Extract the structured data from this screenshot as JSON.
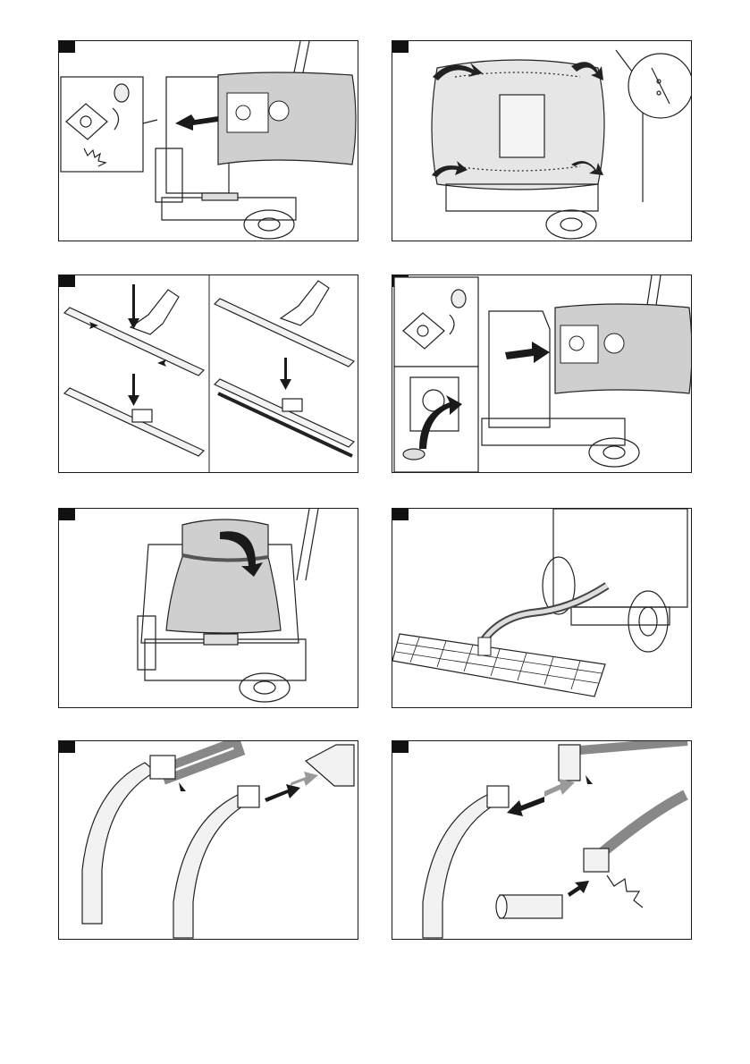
{
  "page": {
    "panels": [
      {
        "id": "p1",
        "subject": "vacuum-filter-bag-removal"
      },
      {
        "id": "p2",
        "subject": "vacuum-cover-attach"
      },
      {
        "id": "p3",
        "subject": "floor-nozzle-strip-change"
      },
      {
        "id": "p4",
        "subject": "vacuum-filter-bag-insert"
      },
      {
        "id": "p5",
        "subject": "vacuum-bag-fold"
      },
      {
        "id": "p6",
        "subject": "vacuum-grid-floor"
      },
      {
        "id": "p7",
        "subject": "hose-handle-detach"
      },
      {
        "id": "p8",
        "subject": "hose-adapter-attach"
      }
    ]
  },
  "colors": {
    "line": "#222222",
    "panel_tag": "#111111",
    "arrow_dark": "#1a1a1a",
    "arrow_grey": "#9a9a9a",
    "bag_fill": "#cfcfcf",
    "accent_fill": "#e6e6e6"
  }
}
